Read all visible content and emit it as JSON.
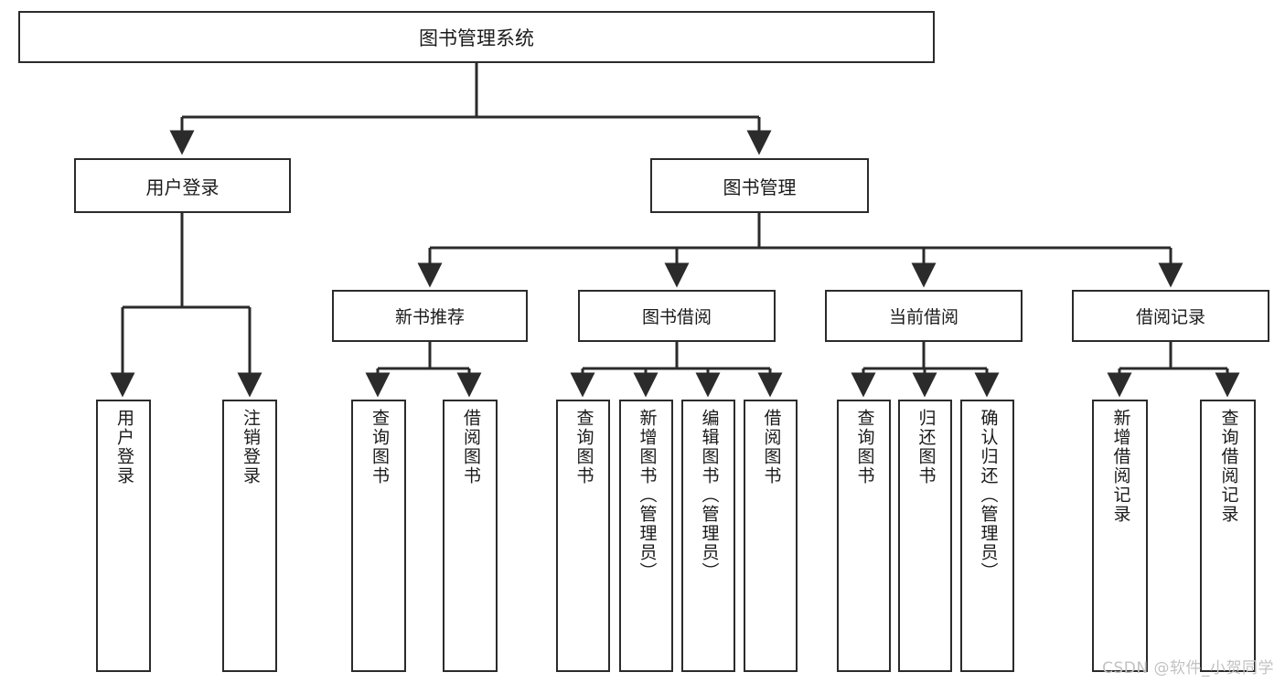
{
  "diagram": {
    "title": "图书管理系统",
    "type": "tree",
    "watermark": "CSDN @软件_小贺同学",
    "colors": {
      "box_border": "#2b2b2b",
      "box_fill": "#ffffff",
      "edge": "#2b2b2b",
      "text": "#1a1a1a",
      "watermark": "#c2c2c2"
    },
    "nodes": {
      "root": {
        "label": "图书管理系统"
      },
      "level2": [
        {
          "id": "user-login",
          "label": "用户登录"
        },
        {
          "id": "book-manage",
          "label": "图书管理"
        }
      ],
      "level3": [
        {
          "id": "new-book-recommend",
          "label": "新书推荐"
        },
        {
          "id": "book-borrow",
          "label": "图书借阅"
        },
        {
          "id": "current-borrow",
          "label": "当前借阅"
        },
        {
          "id": "borrow-record",
          "label": "借阅记录"
        }
      ],
      "leaves": {
        "user-login": [
          {
            "id": "leaf-user-login",
            "label": "用户登录"
          },
          {
            "id": "leaf-user-logout",
            "label": "注销登录"
          }
        ],
        "new-book-recommend": [
          {
            "id": "leaf-query-book-1",
            "label": "查询图书"
          },
          {
            "id": "leaf-borrow-book-1",
            "label": "借阅图书"
          }
        ],
        "book-borrow": [
          {
            "id": "leaf-query-book-2",
            "label": "查询图书"
          },
          {
            "id": "leaf-add-book",
            "label": "新增图书（管理员）"
          },
          {
            "id": "leaf-edit-book",
            "label": "编辑图书（管理员）"
          },
          {
            "id": "leaf-borrow-book-2",
            "label": "借阅图书"
          }
        ],
        "current-borrow": [
          {
            "id": "leaf-query-book-3",
            "label": "查询图书"
          },
          {
            "id": "leaf-return-book",
            "label": "归还图书"
          },
          {
            "id": "leaf-confirm-return",
            "label": "确认归还（管理员）"
          }
        ],
        "borrow-record": [
          {
            "id": "leaf-add-record",
            "label": "新增借阅记录"
          },
          {
            "id": "leaf-query-record",
            "label": "查询借阅记录"
          }
        ]
      }
    }
  }
}
